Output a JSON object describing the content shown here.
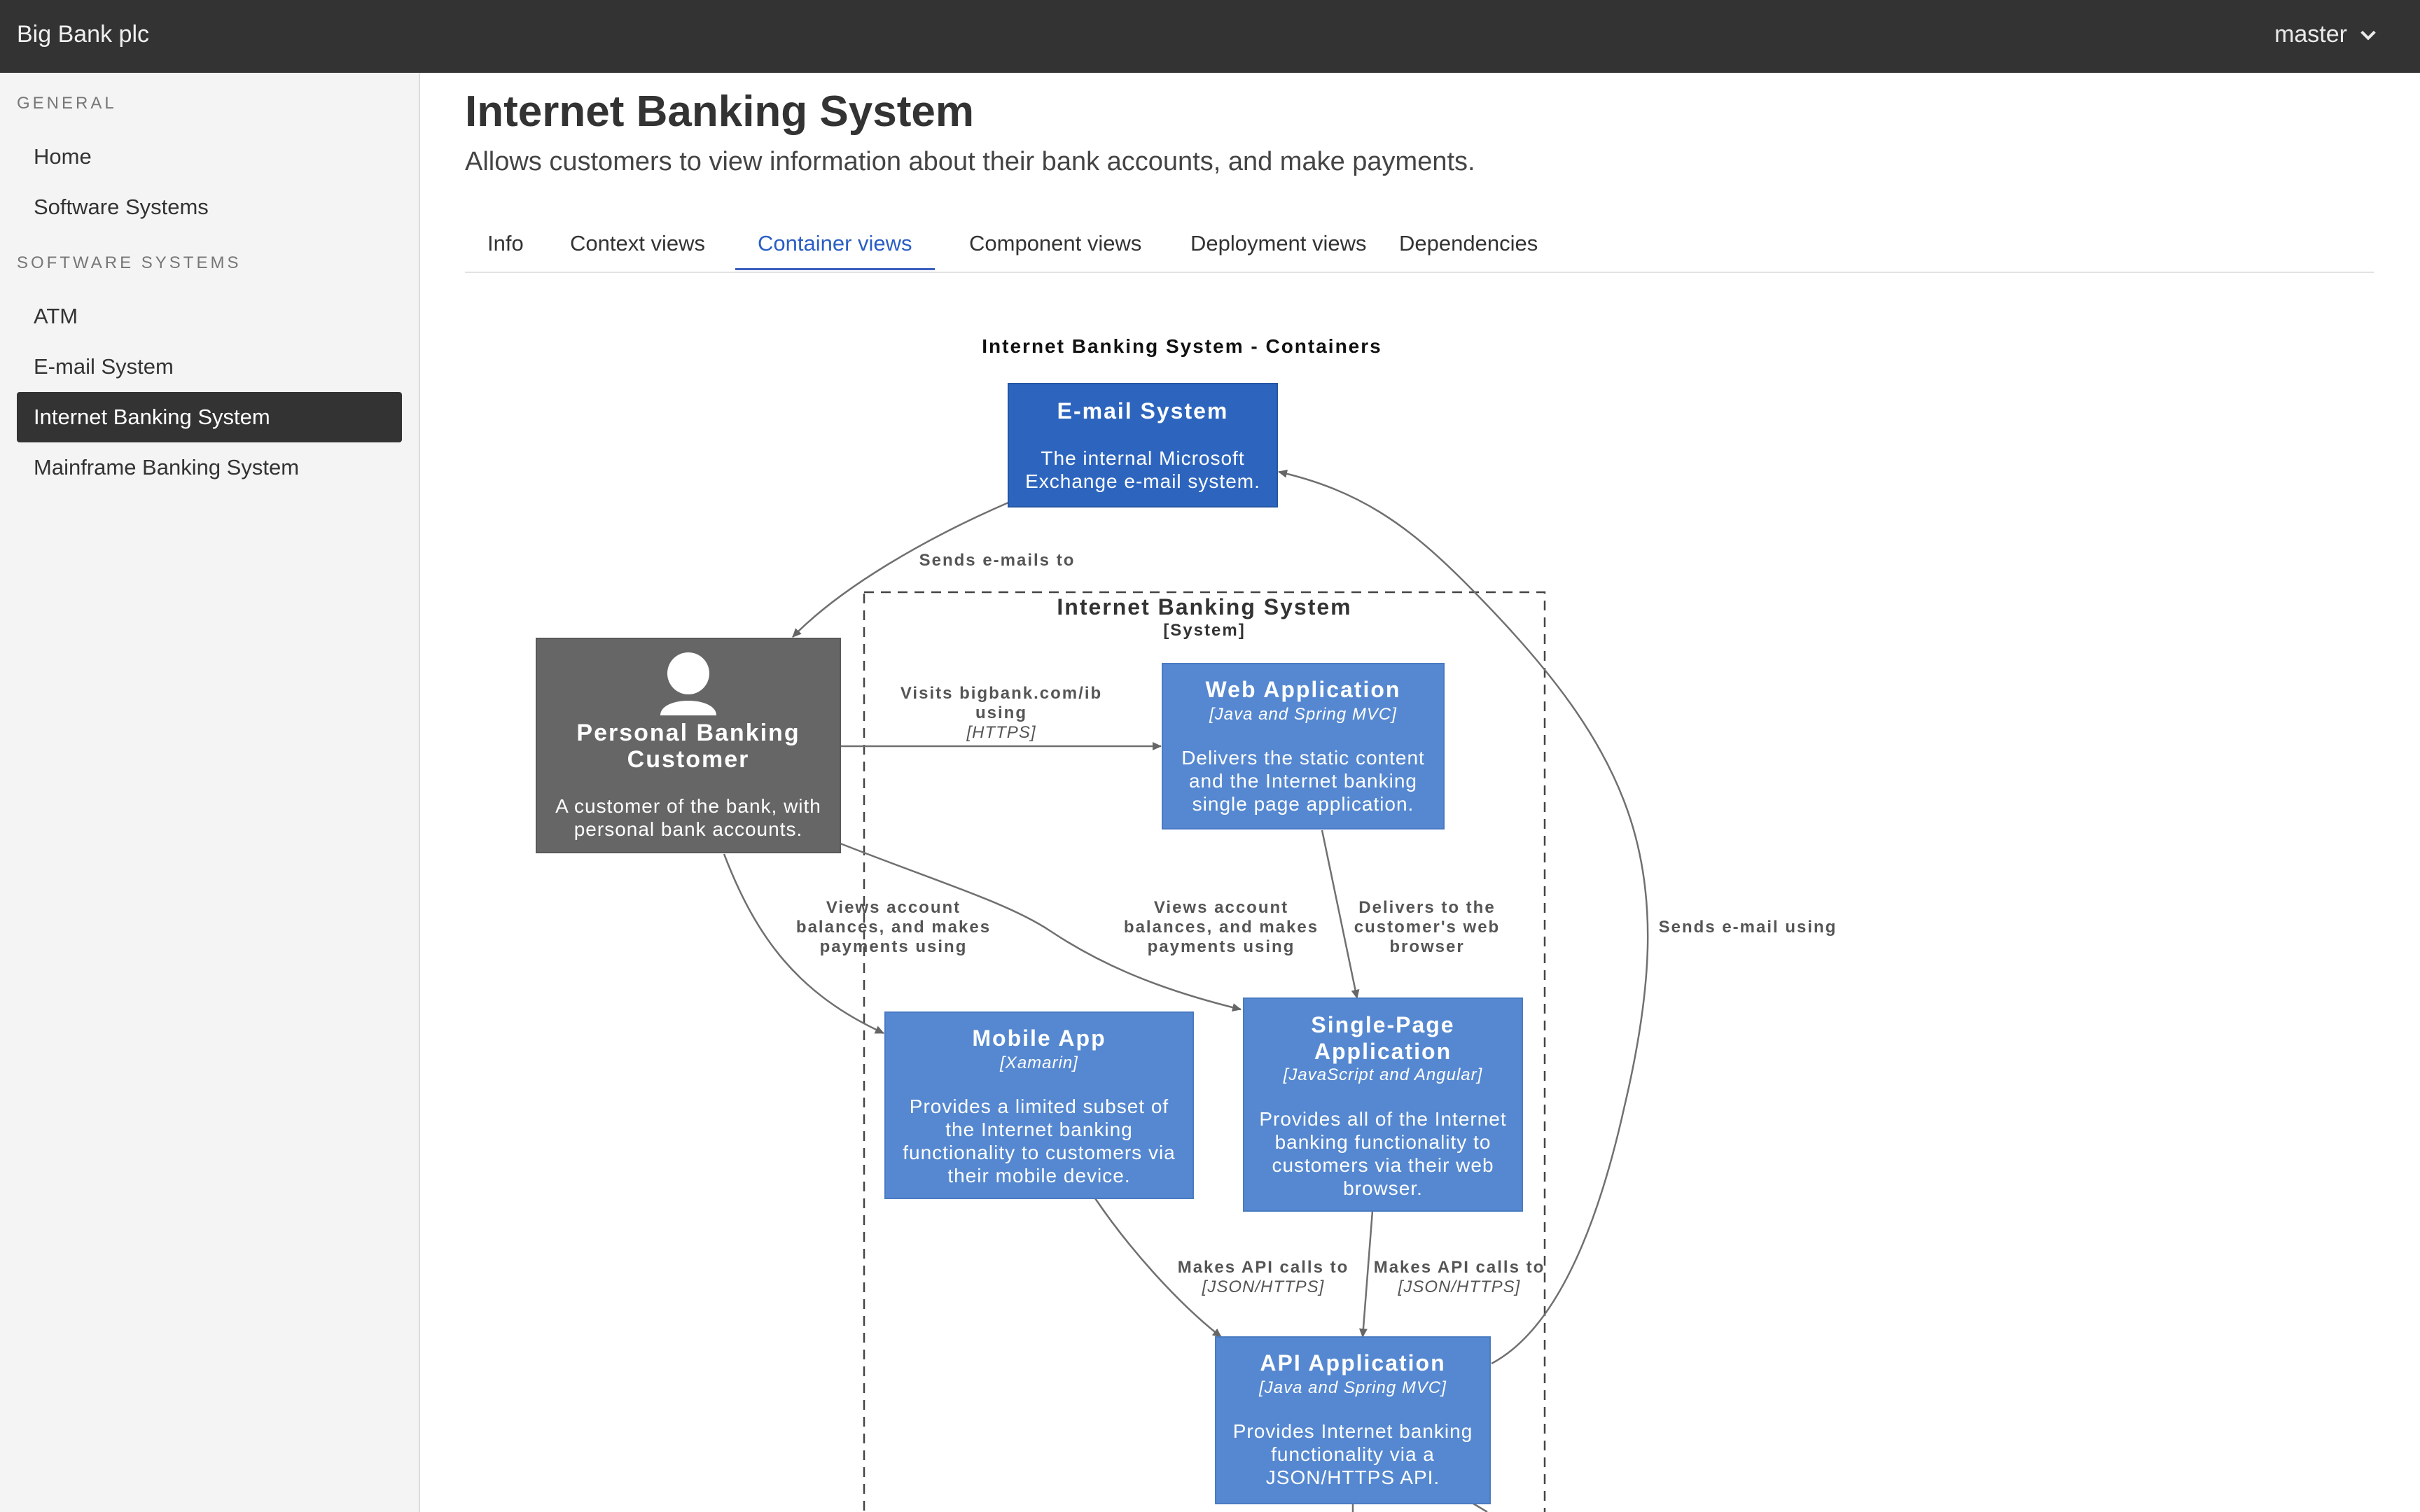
{
  "topbar": {
    "brand": "Big Bank plc",
    "branch": "master"
  },
  "sidebar": {
    "general_title": "GENERAL",
    "general_items": [
      "Home",
      "Software Systems"
    ],
    "systems_title": "SOFTWARE SYSTEMS",
    "systems_items": [
      "ATM",
      "E-mail System",
      "Internet Banking System",
      "Mainframe Banking System"
    ],
    "active_item": "Internet Banking System"
  },
  "page": {
    "title": "Internet Banking System",
    "subtitle": "Allows customers to view information about their bank accounts, and make payments."
  },
  "tabs": [
    "Info",
    "Context views",
    "Container views",
    "Component views",
    "Deployment views",
    "Dependencies"
  ],
  "active_tab": "Container views",
  "colors": {
    "topbar": "#333333",
    "container": "#5588d0",
    "external_system": "#2d65be",
    "person": "#666666",
    "active_tab": "#2a5ec5"
  },
  "diagram": {
    "title": "Internet Banking System - Containers",
    "boundary": {
      "name": "Internet Banking System",
      "type": "[System]"
    },
    "email_system": {
      "name": "E-mail System",
      "desc": [
        "The internal Microsoft",
        "Exchange e-mail system."
      ]
    },
    "customer": {
      "name": [
        "Personal Banking",
        "Customer"
      ],
      "desc": [
        "A customer of the bank, with",
        "personal bank accounts."
      ],
      "icon": "person-icon"
    },
    "web_app": {
      "name": "Web Application",
      "tech": "[Java and Spring MVC]",
      "desc": [
        "Delivers the static content",
        "and the Internet banking",
        "single page application."
      ]
    },
    "mobile_app": {
      "name": "Mobile App",
      "tech": "[Xamarin]",
      "desc": [
        "Provides a limited subset of",
        "the Internet banking",
        "functionality to customers via",
        "their mobile device."
      ]
    },
    "spa": {
      "name": [
        "Single-Page",
        "Application"
      ],
      "tech": "[JavaScript and Angular]",
      "desc": [
        "Provides all of the Internet",
        "banking functionality to",
        "customers via their web",
        "browser."
      ]
    },
    "api_app": {
      "name": "API Application",
      "tech": "[Java and Spring MVC]",
      "desc": [
        "Provides Internet banking",
        "functionality via a",
        "JSON/HTTPS API."
      ]
    },
    "rel_sends_emails": "Sends e-mails to",
    "rel_visits": [
      "Visits bigbank.com/ib",
      "using"
    ],
    "rel_visits_tech": "[HTTPS]",
    "rel_views_mobile": [
      "Views account",
      "balances, and makes",
      "payments using"
    ],
    "rel_views_spa": [
      "Views account",
      "balances, and makes",
      "payments using"
    ],
    "rel_delivers": [
      "Delivers to the",
      "customer's web",
      "browser"
    ],
    "rel_api_mobile": "Makes API calls to",
    "rel_api_mobile_tech": "[JSON/HTTPS]",
    "rel_api_spa": "Makes API calls to",
    "rel_api_spa_tech": "[JSON/HTTPS]",
    "rel_sends_email_using": "Sends e-mail using"
  }
}
